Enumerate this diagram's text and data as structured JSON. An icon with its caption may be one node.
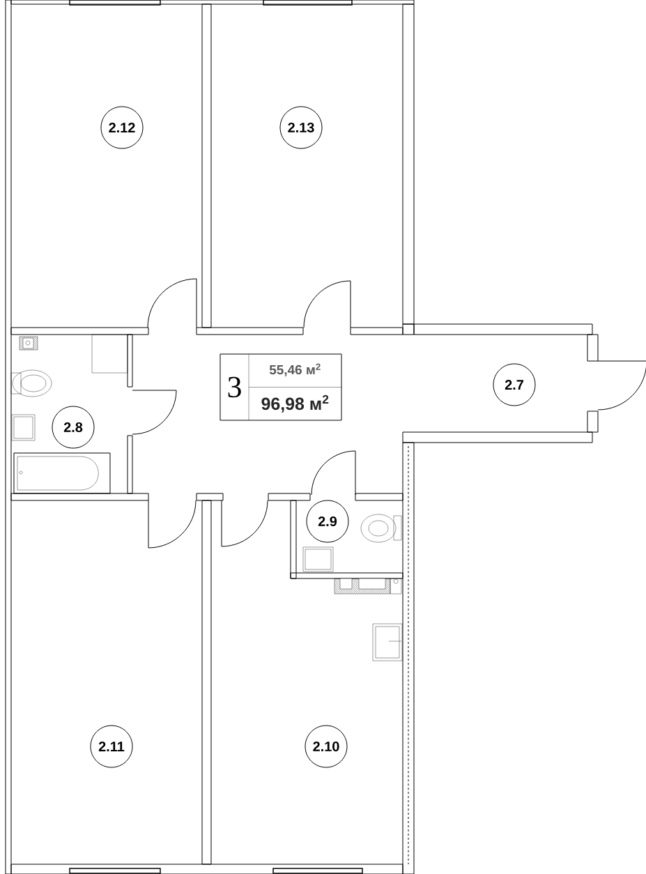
{
  "diagram": {
    "nodes": [
      {
        "text": [
          "2.12"
        ]
      },
      {
        "text": [
          "2.13"
        ]
      },
      {
        "text": [
          "3",
          "55,46 м$^{2}$",
          "96,98 м$^{2}$"
        ]
      },
      {
        "text": [
          "2.7"
        ]
      },
      {
        "text": [
          "2.8"
        ]
      },
      {
        "text": [
          "2.9"
        ]
      },
      {
        "text": [
          "2.11"
        ]
      },
      {
        "text": [
          "2.10"
        ]
      }
    ]
  }
}
